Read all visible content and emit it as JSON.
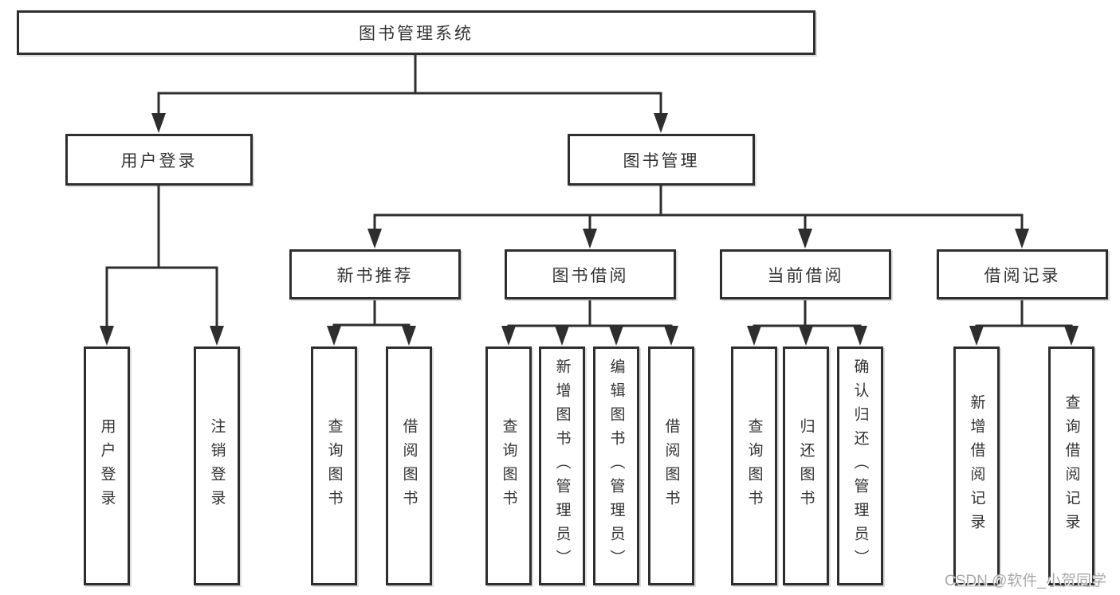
{
  "title": "图书管理系统",
  "branches": {
    "user_login": {
      "label": "用户登录",
      "children": [
        "用户登录",
        "注销登录"
      ]
    },
    "book_mgmt": {
      "label": "图书管理",
      "sections": [
        {
          "label": "新书推荐",
          "children": [
            "查询图书",
            "借阅图书"
          ]
        },
        {
          "label": "图书借阅",
          "children": [
            "查询图书",
            "新增图书（管理员）",
            "编辑图书（管理员）",
            "借阅图书"
          ]
        },
        {
          "label": "当前借阅",
          "children": [
            "查询图书",
            "归还图书",
            "确认归还（管理员）"
          ]
        },
        {
          "label": "借阅记录",
          "children": [
            "新增借阅记录",
            "查询借阅记录"
          ]
        }
      ]
    }
  },
  "watermark": "CSDN @软件_小贺同学",
  "colors": {
    "line": "#2e2e2e",
    "border": "#2e2e2e",
    "text": "#333333",
    "box_background": "#ffffff",
    "watermark": "#a9a9a9",
    "page_background": "#ffffff"
  }
}
